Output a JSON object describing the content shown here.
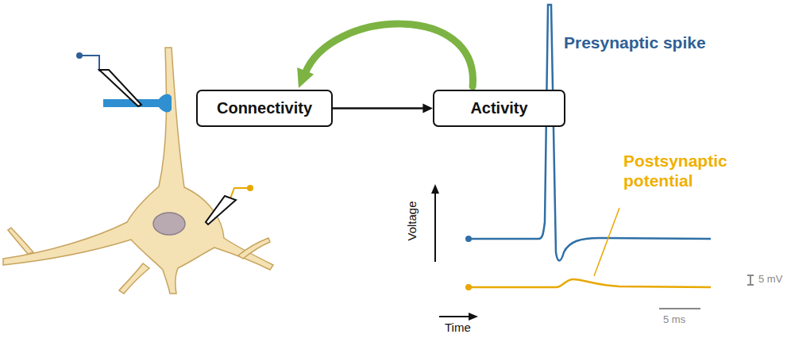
{
  "diagram": {
    "nodes": [
      {
        "text": [
          "Connectivity"
        ]
      },
      {
        "text": [
          "Activity"
        ]
      }
    ],
    "edges": [
      {
        "from": 0,
        "to": 1,
        "arrow": "to"
      },
      {
        "from": 1,
        "to": 0,
        "arrow": "to"
      }
    ],
    "labels": [
      "Presynaptic spike",
      "Postsynaptic potential",
      "Voltage",
      "Time",
      "5 mV",
      "5 ms"
    ]
  }
}
